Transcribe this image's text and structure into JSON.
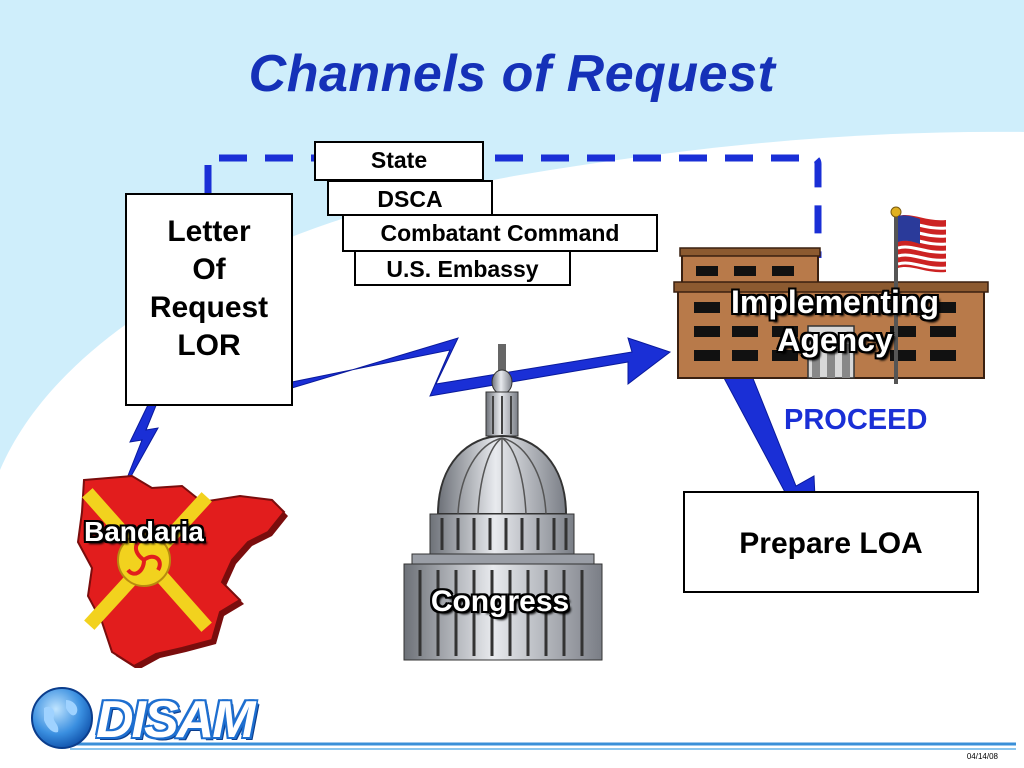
{
  "title": "Channels of Request",
  "letter_of_request": {
    "line1": "Letter",
    "line2": "Of",
    "line3": "Request",
    "line4": "LOR"
  },
  "channels": [
    "State",
    "DSCA",
    "Combatant Command",
    "U.S. Embassy"
  ],
  "implementing_agency": {
    "line1": "Implementing",
    "line2": "Agency"
  },
  "proceed_label": "PROCEED",
  "prepare_loa": "Prepare LOA",
  "country_label": "Bandaria",
  "congress_label": "Congress",
  "logo_text": "DISAM",
  "footer_date": "04/14/08",
  "colors": {
    "title": "#1531b8",
    "arrow_blue": "#1a2fd6",
    "dashed_line": "#1a2fd6",
    "background": "#cfeefb",
    "map_red": "#e21d1d",
    "map_yellow": "#f2d21e"
  },
  "icons": [
    "lightning-arrow-icon",
    "capitol-dome-icon",
    "building-icon",
    "us-flag-icon",
    "globe-icon",
    "country-map-icon"
  ]
}
